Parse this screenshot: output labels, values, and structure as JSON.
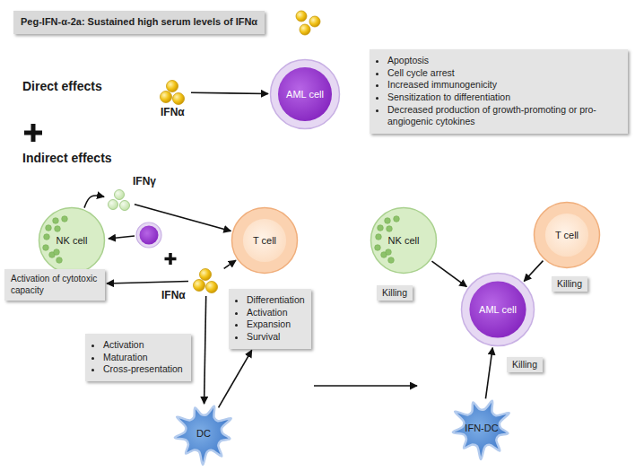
{
  "diagram": {
    "nodes": [
      {
        "text": [
          "Peg-IFN-α-2a: Sustained high serum levels of IFNα"
        ]
      },
      {
        "text": [
          "IFNα"
        ]
      },
      {
        "text": [
          "AML cell"
        ]
      },
      {
        "text": [
          "Apoptosis",
          "Cell cycle arrest",
          "Increased immunogenicity",
          "Sensitization to differentiation",
          "Decreased production of growth-promoting or pro-angiogenic cytokines"
        ]
      },
      {
        "text": [
          "IFNγ"
        ]
      },
      {
        "text": [
          "NK cell"
        ]
      },
      {
        "text": [
          "T cell"
        ]
      },
      {
        "text": [
          "NK cell"
        ]
      },
      {
        "text": [
          "T cell"
        ]
      },
      {
        "text": [
          "Activation of cytotoxic capacity"
        ]
      },
      {
        "text": [
          "Killing"
        ]
      },
      {
        "text": [
          "AML cell"
        ]
      },
      {
        "text": [
          "Killing"
        ]
      },
      {
        "text": [
          "IFNα"
        ]
      },
      {
        "text": [
          "Differentiation",
          "Activation",
          "Expansion",
          "Survival"
        ]
      },
      {
        "text": [
          "Activation",
          "Maturation",
          "Cross-presentation"
        ]
      },
      {
        "text": [
          "Killing"
        ]
      },
      {
        "text": [
          "DC"
        ]
      },
      {
        "text": [
          "IFN-DC"
        ]
      }
    ],
    "edges": [
      {
        "from": 1,
        "to": 2,
        "arrow": "to"
      },
      {
        "from": 5,
        "to": 4,
        "arrow": "to"
      },
      {
        "from": 4,
        "to": 6,
        "arrow": "to"
      },
      {
        "from": 13,
        "to": 9,
        "arrow": "to"
      },
      {
        "from": 13,
        "to": 6,
        "arrow": "to"
      },
      {
        "from": 13,
        "to": 17,
        "arrow": "to"
      },
      {
        "from": 17,
        "to": 14,
        "arrow": "to"
      },
      {
        "from": 7,
        "to": 11,
        "arrow": "to"
      },
      {
        "from": 8,
        "to": 11,
        "arrow": "to"
      },
      {
        "from": 18,
        "to": 11,
        "arrow": "to"
      }
    ],
    "labels": [
      "Direct effects",
      "Indirect effects"
    ]
  }
}
